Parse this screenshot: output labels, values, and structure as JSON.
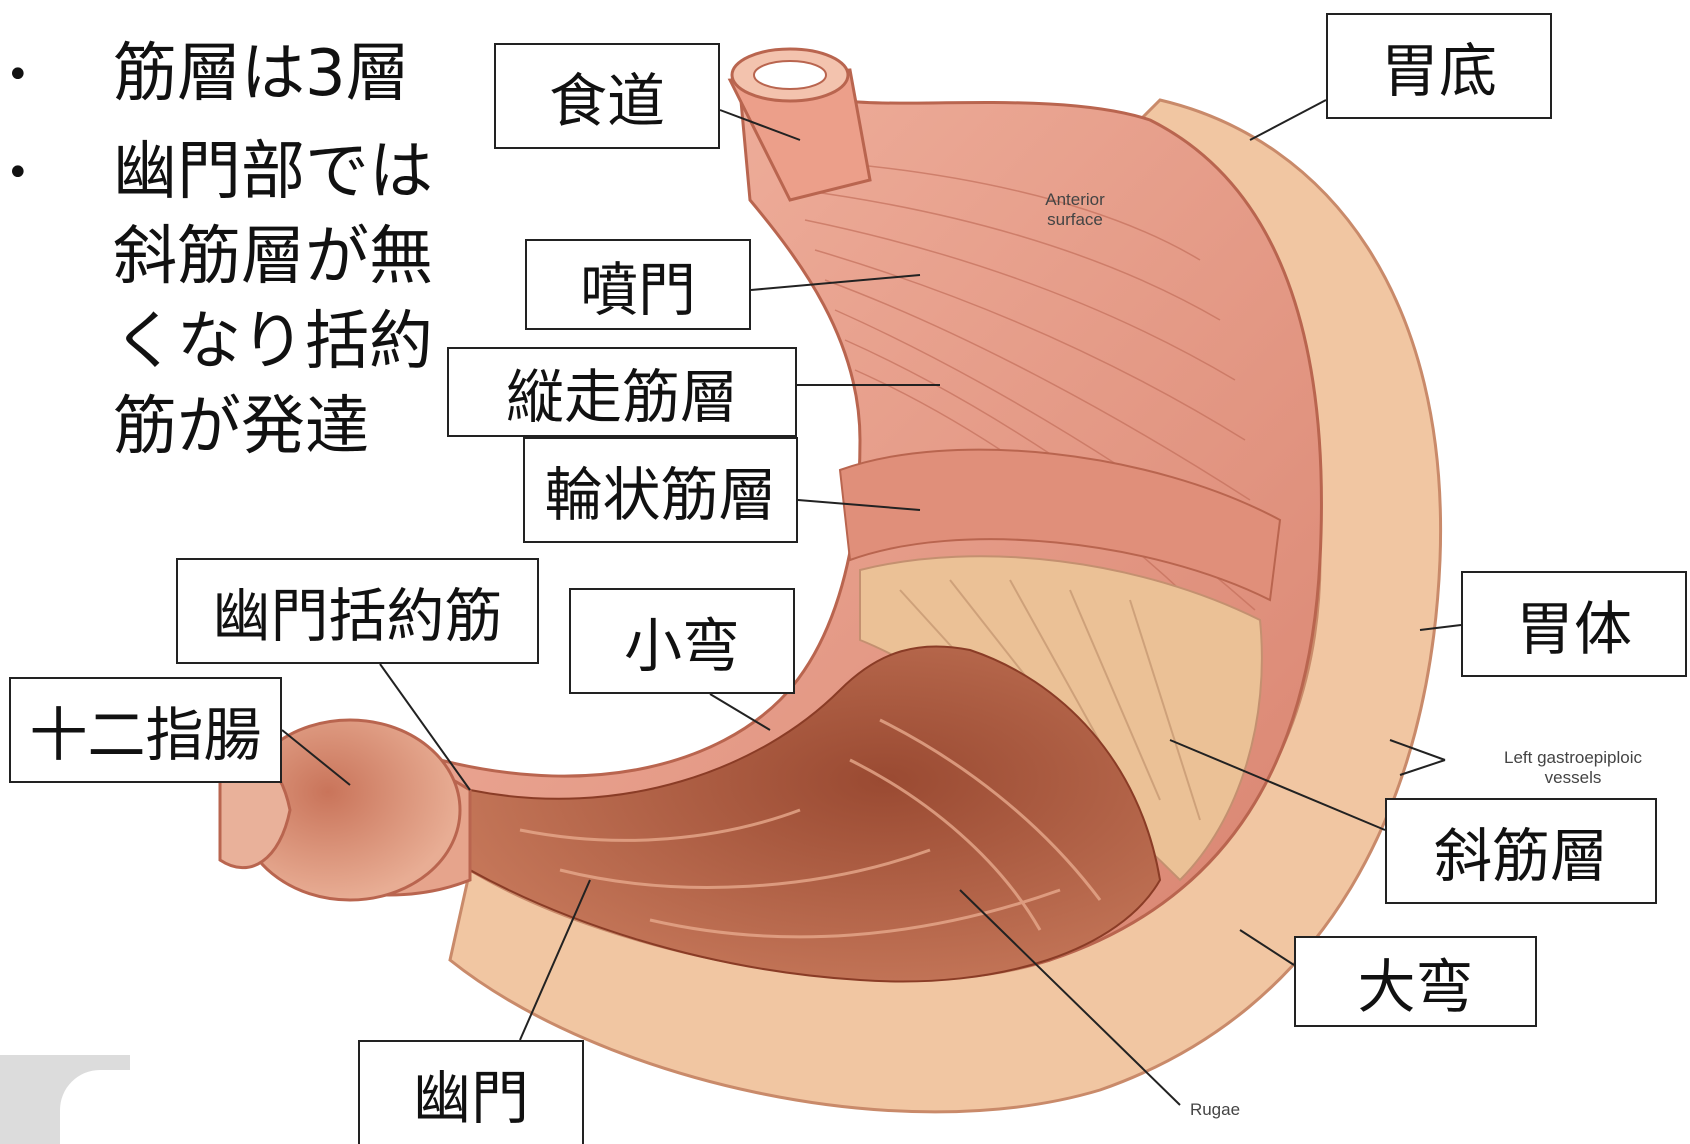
{
  "bullets": [
    {
      "text": "筋層は3層"
    },
    {
      "text": "幽門部では"
    },
    {
      "text": "斜筋層が無"
    },
    {
      "text": "くなり括約"
    },
    {
      "text": "筋が発達"
    }
  ],
  "labels": {
    "esophagus": "食道",
    "fundus": "胃底",
    "cardia": "噴門",
    "longitudinal": "縦走筋層",
    "circular": "輪状筋層",
    "pyloric_sphincter": "幽門括約筋",
    "lesser_curvature": "小弯",
    "body": "胃体",
    "duodenum": "十二指腸",
    "oblique": "斜筋層",
    "greater_curvature": "大弯",
    "pylorus": "幽門"
  },
  "annotations": {
    "anterior_1": "Anterior",
    "anterior_2": "surface",
    "vessels_1": "Left gastroepiploic",
    "vessels_2": "vessels",
    "rugae": "Rugae"
  },
  "colors": {
    "muscle": "#e89a86",
    "muscle_dark": "#c8705e",
    "serosa": "#f3c9a6",
    "mucosa": "#a8583e"
  }
}
